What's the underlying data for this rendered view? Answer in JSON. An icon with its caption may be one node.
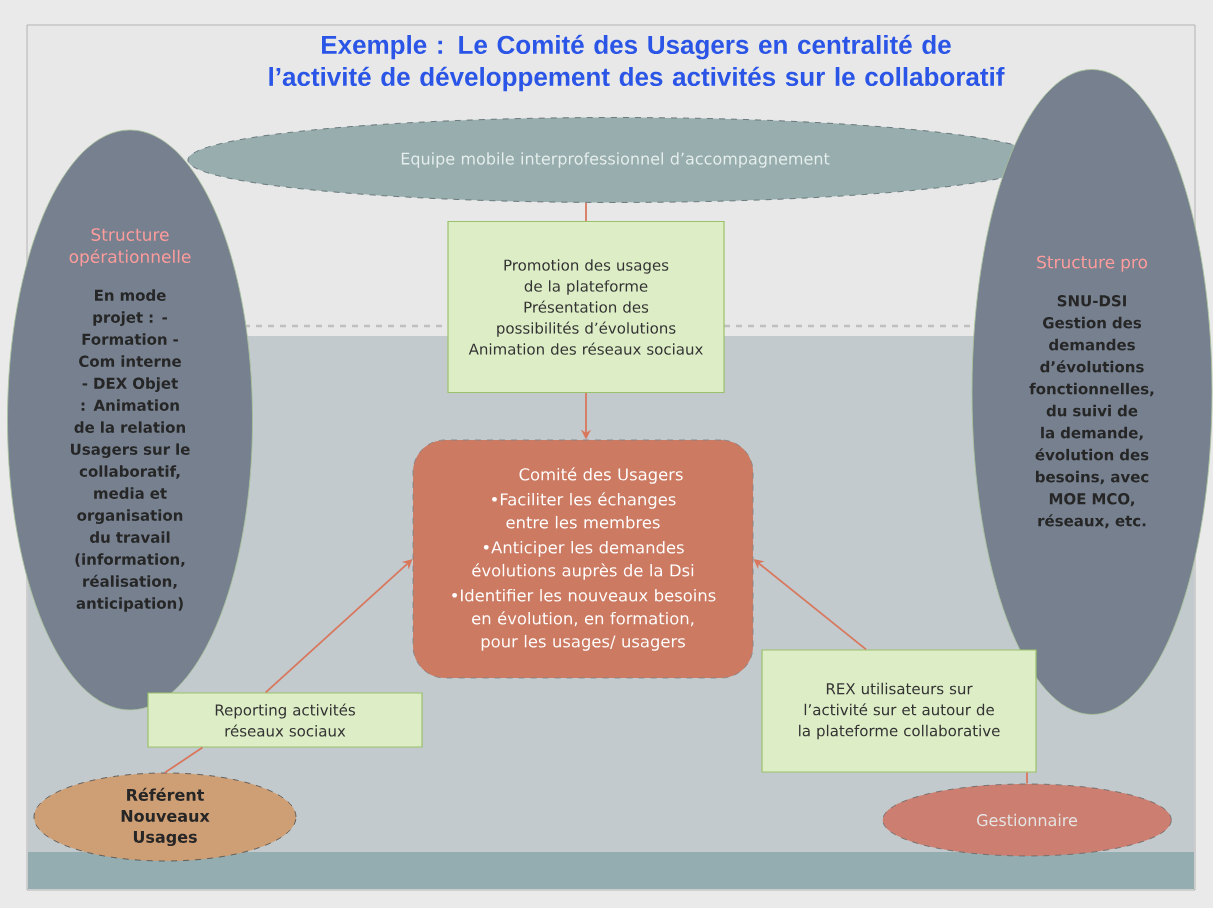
{
  "diagram": {
    "title": "Exemple : Le Comité des Usagers en centralité de l’activité de développement des activités sur le collaboratif",
    "nodes": [
      {
        "text": [
          "Structure opérationnelle",
          "En mode projet : - Formation - Com interne - DEX Objet : Animation de la relation Usagers sur le collaboratif, media et organisation du travail (information, réalisation, anticipation)"
        ]
      },
      {
        "text": [
          "Equipe mobile interprofessionnel d’accompagnement"
        ]
      },
      {
        "text": [
          "Structure pro",
          "SNU-DSI Gestion des demandes d’évolutions fonctionnelles, du suivi de la demande, évolution des besoins, avec MOE MCO, réseaux, etc."
        ]
      },
      {
        "text": [
          "Promotion des usages de la plateforme",
          "Présentation des possibilités d’évolutions",
          "Animation des réseaux sociaux"
        ]
      },
      {
        "text": [
          "Comité des Usagers",
          "•Faciliter les échanges entre les membres",
          "•Anticiper les demandes évolutions auprès de la Dsi",
          "•Identifier les nouveaux besoins en évolution, en formation, pour les usages/ usagers"
        ]
      },
      {
        "text": [
          "Reporting activités réseaux sociaux"
        ]
      },
      {
        "text": [
          "REX utilisateurs sur l’activité sur et autour de la plateforme collaborative"
        ]
      },
      {
        "text": [
          "Référent Nouveaux Usages"
        ]
      },
      {
        "text": [
          "Gestionnaire"
        ]
      }
    ],
    "edges": [
      {
        "from": 1,
        "to": 3,
        "arrow": "none"
      },
      {
        "from": 3,
        "to": 4,
        "arrow": "to"
      },
      {
        "from": 5,
        "to": 4,
        "arrow": "to"
      },
      {
        "from": 6,
        "to": 4,
        "arrow": "to"
      },
      {
        "from": 7,
        "to": 5,
        "arrow": "none"
      },
      {
        "from": 8,
        "to": 6,
        "arrow": "none"
      }
    ]
  }
}
